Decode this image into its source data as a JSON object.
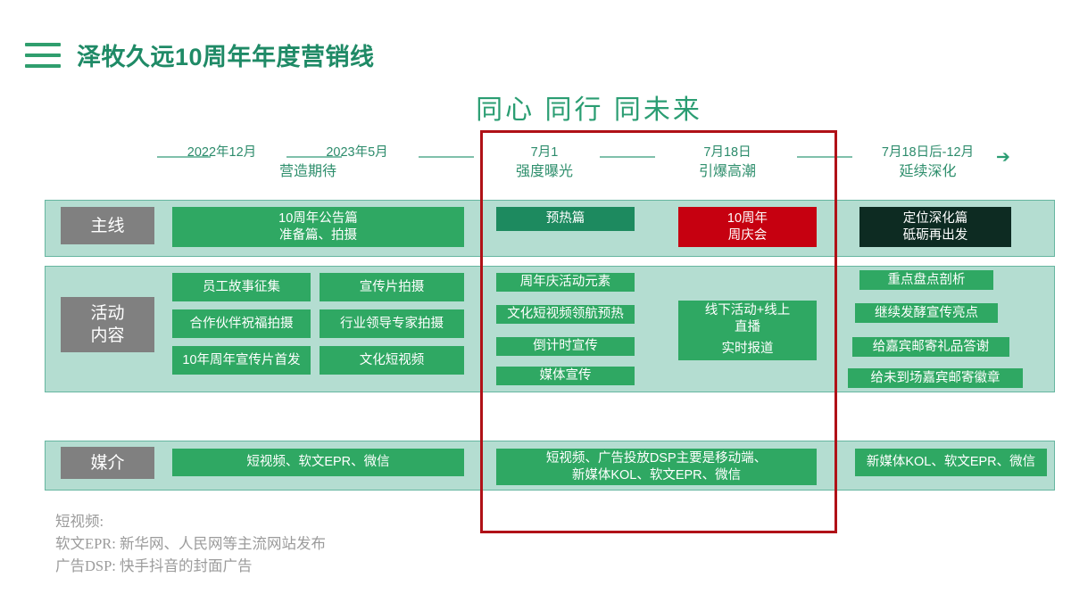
{
  "header": {
    "title": "泽牧久远10周年年度营销线",
    "menu_icon": "hamburger-icon"
  },
  "slogan": "同心 同行 同未来",
  "timeline": {
    "arrow": "➔",
    "items": [
      {
        "date": "2022年12月",
        "phase": ""
      },
      {
        "date": "2023年5月",
        "phase": "营造期待"
      },
      {
        "date": "7月1",
        "phase": "强度曝光"
      },
      {
        "date": "7月18日",
        "phase": "引爆高潮"
      },
      {
        "date": "7月18日后-12月",
        "phase": "延续深化"
      }
    ]
  },
  "rows": [
    {
      "label": "主线",
      "cells": [
        {
          "text": "10周年公告篇\n准备篇、拍摄",
          "style": "green"
        },
        {
          "text": "预热篇",
          "style": "dark"
        },
        {
          "text": "10周年\n周庆会",
          "style": "red"
        },
        {
          "text": "定位深化篇\n砥砺再出发",
          "style": "black"
        }
      ]
    },
    {
      "label": "活动\n内容",
      "col1": [
        "员工故事征集",
        "合作伙伴祝福拍摄",
        "10年周年宣传片首发"
      ],
      "col2": [
        "宣传片拍摄",
        "行业领导专家拍摄",
        "文化短视频"
      ],
      "col3": [
        "周年庆活动元素",
        "文化短视频领航预热",
        "倒计时宣传",
        "媒体宣传"
      ],
      "col4": [
        "线下活动+线上\n直播",
        "实时报道"
      ],
      "col5": [
        "重点盘点剖析",
        "继续发酵宣传亮点",
        "给嘉宾邮寄礼品答谢",
        "给未到场嘉宾邮寄徽章"
      ]
    },
    {
      "label": "媒介",
      "cells": [
        {
          "text": "短视频、软文EPR、微信"
        },
        {
          "text": "短视频、广告投放DSP主要是移动端、\n新媒体KOL、软文EPR、微信"
        },
        {
          "text": "新媒体KOL、软文EPR、微信"
        }
      ]
    }
  ],
  "notes": "短视频:\n软文EPR: 新华网、人民网等主流网站发布\n广告DSP: 快手抖音的封面广告",
  "colors": {
    "brand_green": "#2a9d72",
    "chip_green": "#2fa863",
    "chip_dark_green": "#1d8a5f",
    "chip_red": "#c60010",
    "chip_black": "#0d2b22",
    "band": "#b4ddd1",
    "label_gray": "#808080",
    "highlight_red": "#b01117"
  }
}
